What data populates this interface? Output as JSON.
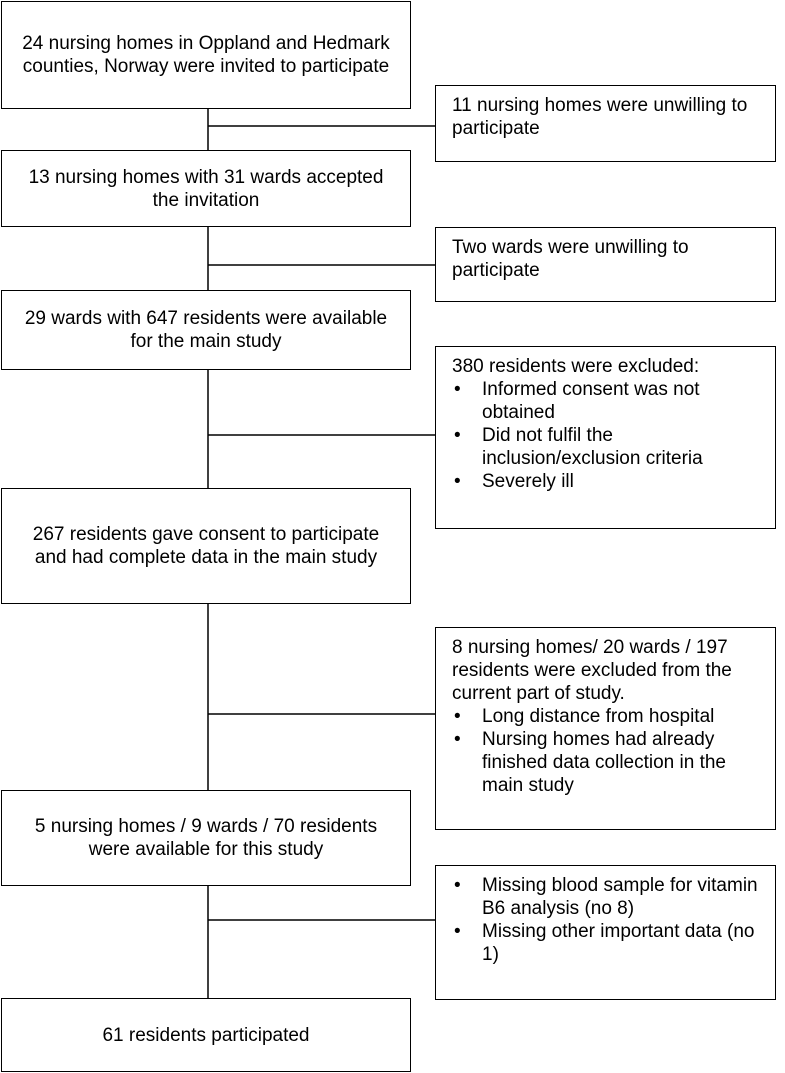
{
  "flowchart": {
    "main_steps": [
      {
        "text": "24 nursing homes in Oppland and Hedmark counties, Norway were invited to participate"
      },
      {
        "text": "13 nursing homes with 31 wards accepted the invitation"
      },
      {
        "text": "29 wards with 647 residents were available for the main study"
      },
      {
        "text": "267 residents gave consent to participate and had complete data in the main study"
      },
      {
        "text": "5 nursing homes / 9 wards / 70 residents were available for this study"
      },
      {
        "text": "61 residents participated"
      }
    ],
    "exclusions": [
      {
        "text": "11 nursing homes were unwilling to participate",
        "bullets": []
      },
      {
        "text": "Two wards were unwilling to participate",
        "bullets": []
      },
      {
        "text": "380 residents were excluded:",
        "bullets": [
          "Informed consent was not obtained",
          "Did not fulfil the inclusion/exclusion criteria",
          "Severely ill"
        ]
      },
      {
        "text": "8 nursing homes/ 20 wards / 197 residents were excluded from the current part of study.",
        "bullets": [
          "Long distance from hospital",
          "Nursing homes had already finished data collection in the main study"
        ]
      },
      {
        "text": "",
        "bullets": [
          "Missing blood sample for vitamin B6 analysis (no 8)",
          "Missing other important data (no 1)"
        ]
      }
    ]
  }
}
